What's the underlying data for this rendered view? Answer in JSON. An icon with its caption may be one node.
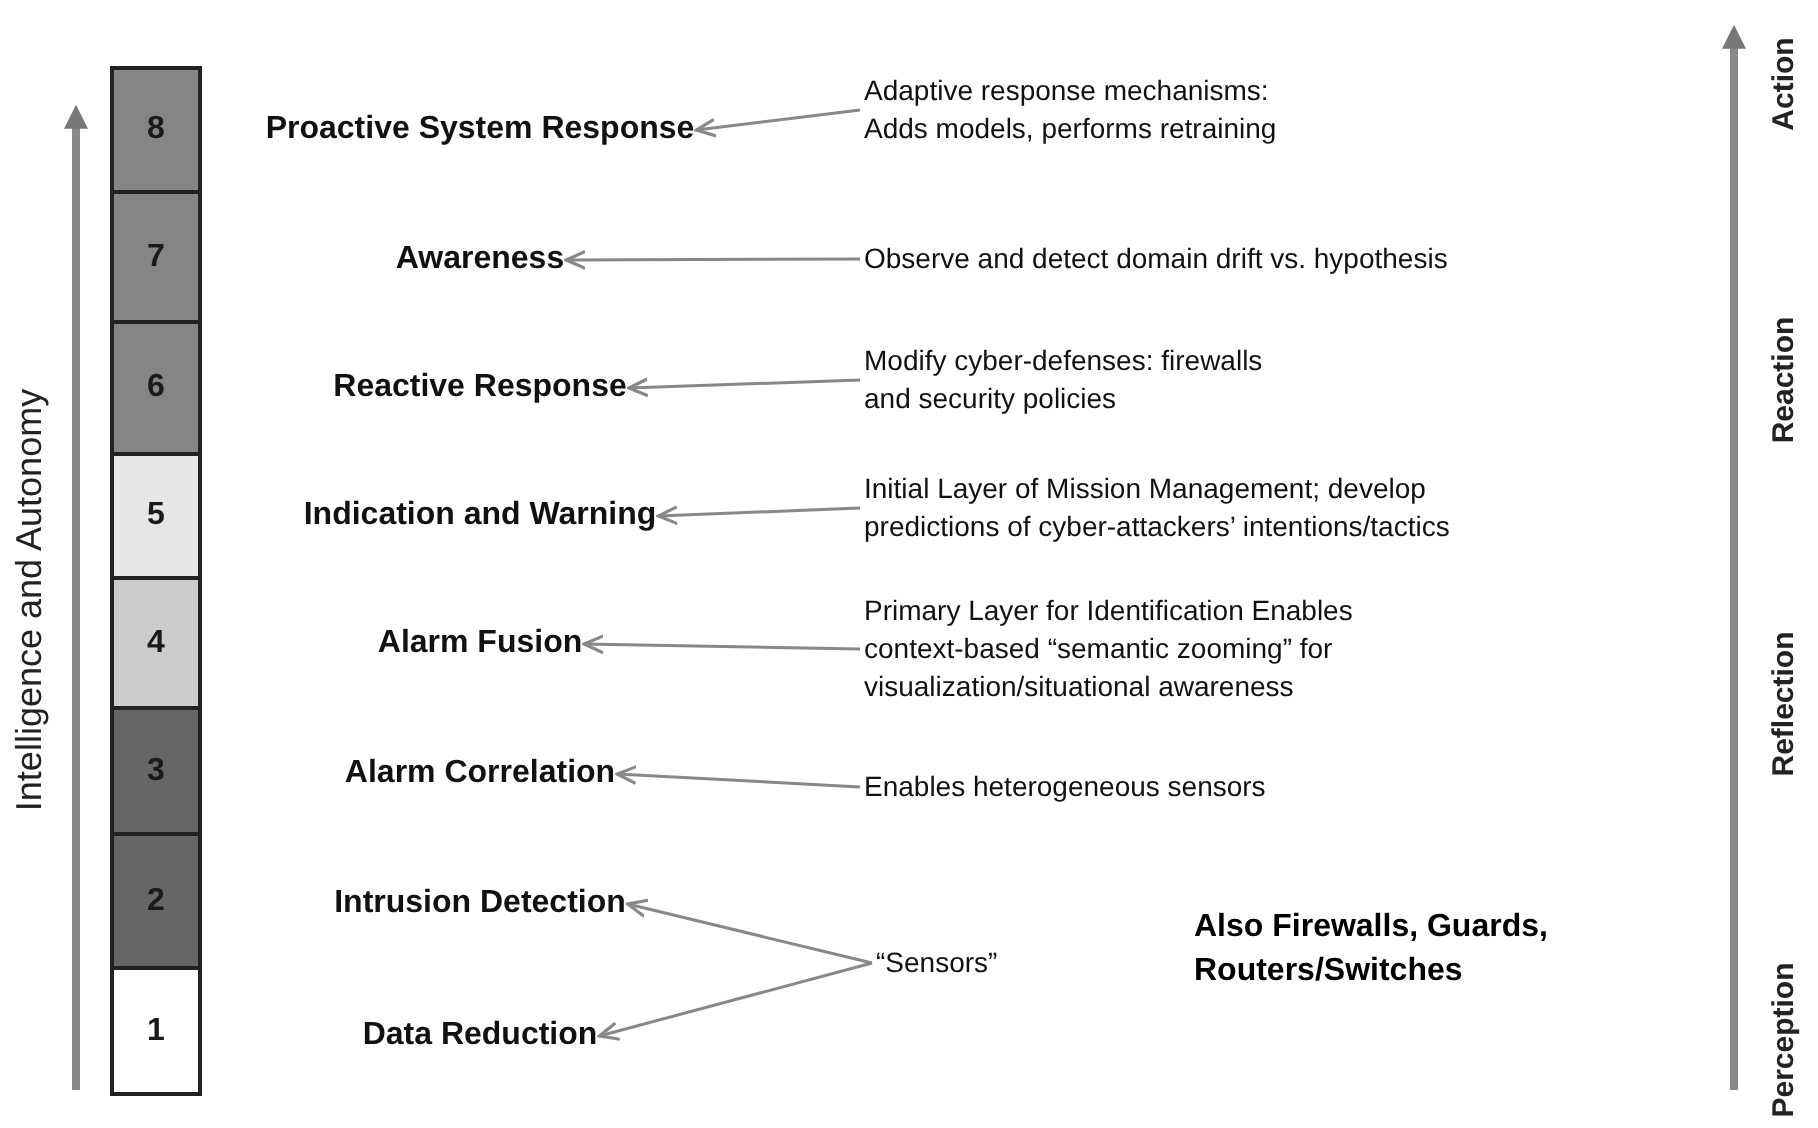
{
  "diagram": {
    "nodes": [
      {
        "text": [
          "8"
        ]
      },
      {
        "text": [
          "Proactive System Response"
        ]
      },
      {
        "text": [
          "Adaptive response mechanisms: Adds models, performs retraining"
        ]
      },
      {
        "text": [
          "7"
        ]
      },
      {
        "text": [
          "Awareness"
        ]
      },
      {
        "text": [
          "Observe and detect domain drift vs. hypothesis"
        ]
      },
      {
        "text": [
          "6"
        ]
      },
      {
        "text": [
          "Reactive Response"
        ]
      },
      {
        "text": [
          "Modify cyber-defenses: firewalls and security policies"
        ]
      },
      {
        "text": [
          "5"
        ]
      },
      {
        "text": [
          "Indication and Warning"
        ]
      },
      {
        "text": [
          "Initial Layer of Mission Management; develop predictions of cyber-attackers’ intentions/tactics"
        ]
      },
      {
        "text": [
          "4"
        ]
      },
      {
        "text": [
          "Alarm Fusion"
        ]
      },
      {
        "text": [
          "Primary Layer for Identification Enables context-based “semantic zooming” for visualization/situational awareness"
        ]
      },
      {
        "text": [
          "3"
        ]
      },
      {
        "text": [
          "Alarm Correlation"
        ]
      },
      {
        "text": [
          "Enables heterogeneous sensors"
        ]
      },
      {
        "text": [
          "2"
        ]
      },
      {
        "text": [
          "Intrusion Detection"
        ]
      },
      {
        "text": [
          "“Sensors”"
        ]
      },
      {
        "text": [
          "1"
        ]
      },
      {
        "text": [
          "Data Reduction"
        ]
      }
    ],
    "edges": [
      {
        "from": 2,
        "to": 1,
        "arrow": "to"
      },
      {
        "from": 5,
        "to": 4,
        "arrow": "to"
      },
      {
        "from": 8,
        "to": 7,
        "arrow": "to"
      },
      {
        "from": 11,
        "to": 10,
        "arrow": "to"
      },
      {
        "from": 14,
        "to": 13,
        "arrow": "to"
      },
      {
        "from": 17,
        "to": 16,
        "arrow": "to"
      },
      {
        "from": 20,
        "to": 19,
        "arrow": "to"
      },
      {
        "from": 20,
        "to": 22,
        "arrow": "to"
      }
    ],
    "labels": [
      "Intelligence and Autonomy",
      "Also Firewalls, Guards, Routers/Switches",
      "Action",
      "Reaction",
      "Reflection",
      "Perception"
    ]
  }
}
